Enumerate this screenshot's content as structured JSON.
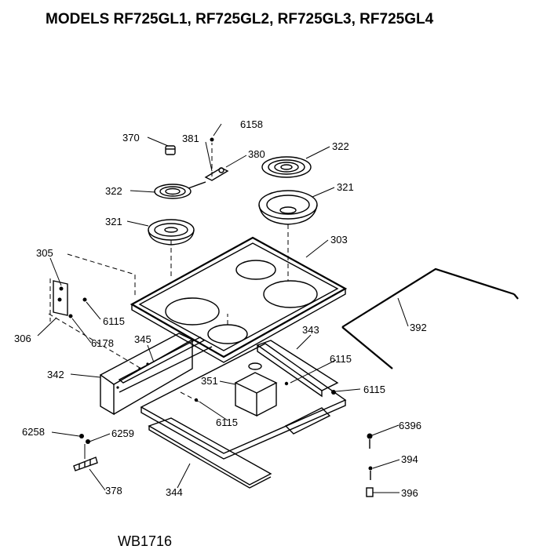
{
  "title": "MODELS RF725GL1, RF725GL2, RF725GL3, RF725GL4",
  "drawing_code": "WB1716",
  "labels": {
    "p370": "370",
    "p381": "381",
    "p6158": "6158",
    "p380": "380",
    "p322a": "322",
    "p322b": "322",
    "p321a": "321",
    "p321b": "321",
    "p303": "303",
    "p305": "305",
    "p306": "306",
    "p6115a": "6115",
    "p6178": "6178",
    "p345": "345",
    "p342": "342",
    "p343": "343",
    "p6115b": "6115",
    "p6115c": "6115",
    "p392": "392",
    "p351": "351",
    "p6115d": "6115",
    "p6258": "6258",
    "p6259": "6259",
    "p378": "378",
    "p344": "344",
    "p6396": "6396",
    "p394": "394",
    "p396": "396"
  }
}
